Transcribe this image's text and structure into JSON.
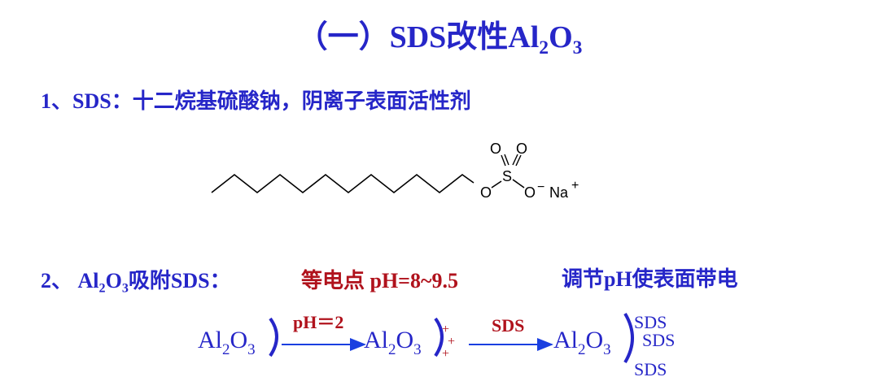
{
  "title": {
    "prefix": "（一）SDS改性Al",
    "sub": "2",
    "mid": "O",
    "sub2": "3"
  },
  "item1": {
    "text": "1、SDS：十二烷基硫酸钠，阴离子表面活性剂"
  },
  "molecule": {
    "o1": "O",
    "o2": "O",
    "s": "S",
    "o3": "O",
    "o4": "O",
    "minus": "−",
    "na": "Na",
    "plus": "+"
  },
  "item2": {
    "prefix": "2、 Al",
    "sub": "2",
    "mid": "O",
    "sub2": "3",
    "suffix": "吸附SDS："
  },
  "iep": "等电点 pH=8~9.5",
  "adjust": "调节pH使表面带电",
  "scheme": {
    "reactant": {
      "a": "Al",
      "b": "2",
      "c": "O",
      "d": "3"
    },
    "arrow1_label": "pH＝2",
    "intermediate": {
      "a": "Al",
      "b": "2",
      "c": "O",
      "d": "3"
    },
    "charges": [
      "+",
      "+",
      "+"
    ],
    "arrow2_label": "SDS",
    "product": {
      "a": "Al",
      "b": "2",
      "c": "O",
      "d": "3"
    },
    "sds_labels": [
      "SDS",
      "SDS",
      "SDS"
    ]
  },
  "colors": {
    "text_blue": "#2626c8",
    "highlight_red": "#b0121c",
    "arrow_blue": "#1a3fe0",
    "structure_black": "#000000"
  }
}
